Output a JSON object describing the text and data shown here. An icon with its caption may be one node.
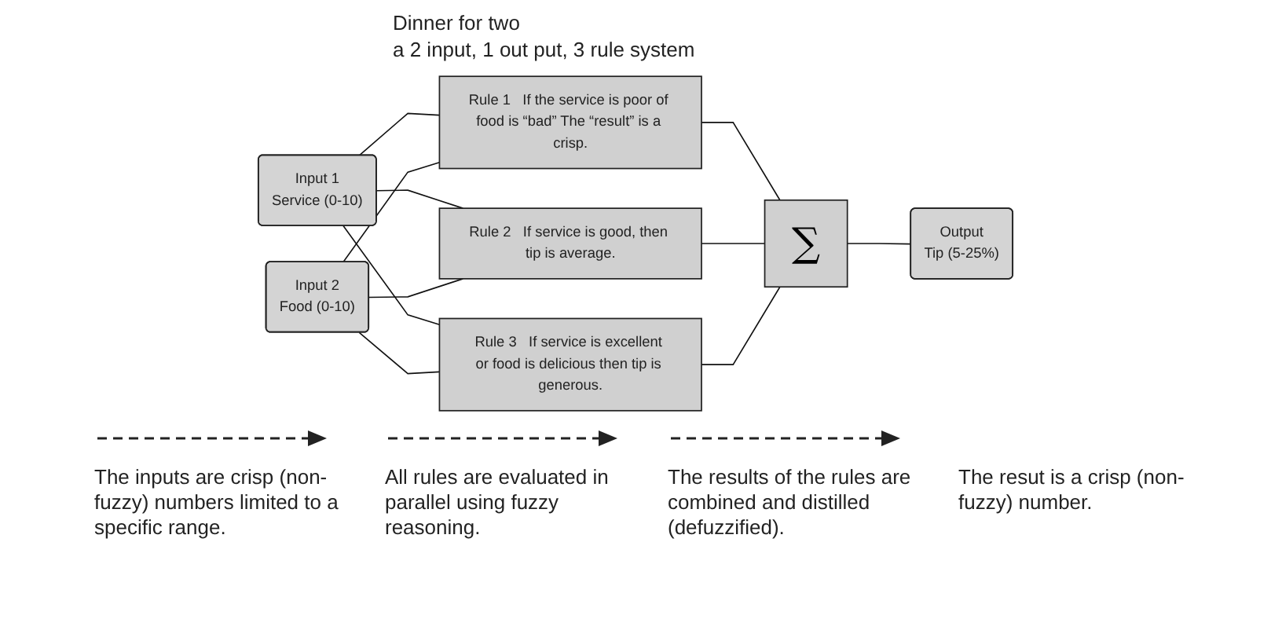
{
  "diagram": {
    "title": "Dinner for two",
    "nodes": [
      {
        "text": [
          "Input 1",
          "Service (0-10)"
        ]
      },
      {
        "text": [
          "Input 2",
          "Food (0-10)"
        ]
      },
      {
        "text": [
          "Rule 1",
          "If the service is poor of food is “bad” The “result” is a crisp."
        ]
      },
      {
        "text": [
          "Rule 2",
          "If service is good, then tip is average."
        ]
      },
      {
        "text": [
          "Rule 3",
          "If service is excellent or food is delicious then tip is generous."
        ]
      },
      {
        "text": [
          "∑"
        ]
      },
      {
        "text": [
          "Output",
          "Tip (5-25%)"
        ]
      }
    ],
    "edges": [
      {
        "from": 0,
        "to": 2,
        "arrow": "none"
      },
      {
        "from": 0,
        "to": 3,
        "arrow": "none"
      },
      {
        "from": 0,
        "to": 4,
        "arrow": "none"
      },
      {
        "from": 1,
        "to": 2,
        "arrow": "none"
      },
      {
        "from": 1,
        "to": 3,
        "arrow": "none"
      },
      {
        "from": 1,
        "to": 4,
        "arrow": "none"
      },
      {
        "from": 2,
        "to": 5,
        "arrow": "none"
      },
      {
        "from": 3,
        "to": 5,
        "arrow": "none"
      },
      {
        "from": 4,
        "to": 5,
        "arrow": "none"
      },
      {
        "from": 5,
        "to": 6,
        "arrow": "none"
      }
    ],
    "labels": [
      "a 2 input, 1 out put, 3 rule system",
      "The inputs are crisp (non-fuzzy) numbers limited to a specific range.",
      "All rules are evaluated in parallel using fuzzy reasoning.",
      "The results of the rules are combined and distilled (defuzzified).",
      "The resut is a crisp (non-fuzzy) number."
    ]
  }
}
